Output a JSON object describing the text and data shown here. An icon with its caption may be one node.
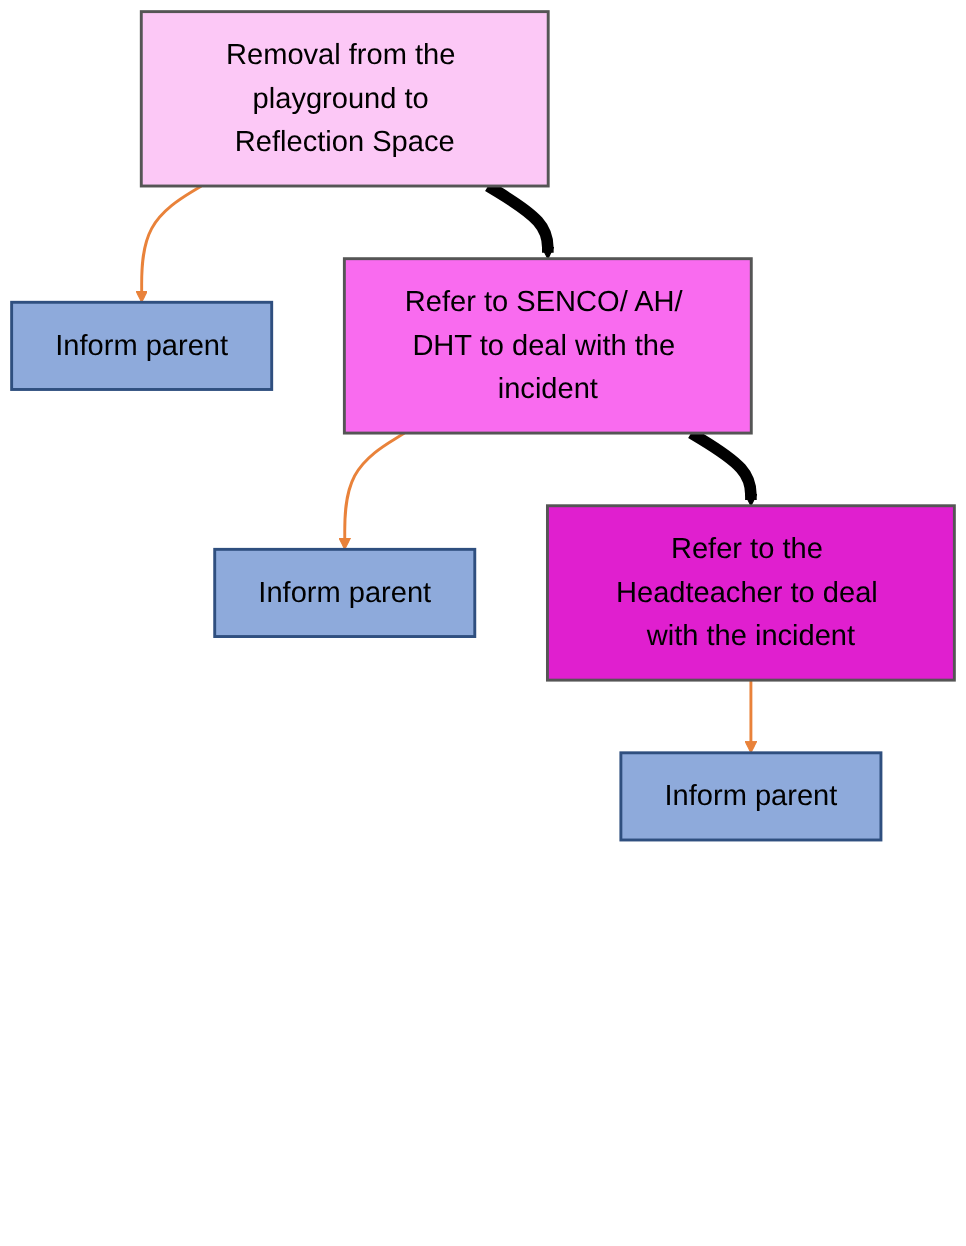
{
  "diagram": {
    "nodes": [
      {
        "text": [
          "Removal from the playground to Reflection Space"
        ]
      },
      {
        "text": [
          "Inform parent"
        ]
      },
      {
        "text": [
          "Refer to SENCO/ AH/ DHT to deal with the incident"
        ]
      },
      {
        "text": [
          "Inform parent"
        ]
      },
      {
        "text": [
          "Refer to the Headteacher to deal with the incident"
        ]
      },
      {
        "text": [
          "Inform parent"
        ]
      }
    ],
    "edges": [
      {
        "from": 0,
        "to": 1,
        "arrow": "to"
      },
      {
        "from": 0,
        "to": 2,
        "arrow": "to",
        "style": "thick",
        "color": "#000000"
      },
      {
        "from": 2,
        "to": 3,
        "arrow": "to"
      },
      {
        "from": 2,
        "to": 4,
        "arrow": "to",
        "style": "thick",
        "color": "#000000"
      },
      {
        "from": 4,
        "to": 5,
        "arrow": "to"
      }
    ]
  }
}
